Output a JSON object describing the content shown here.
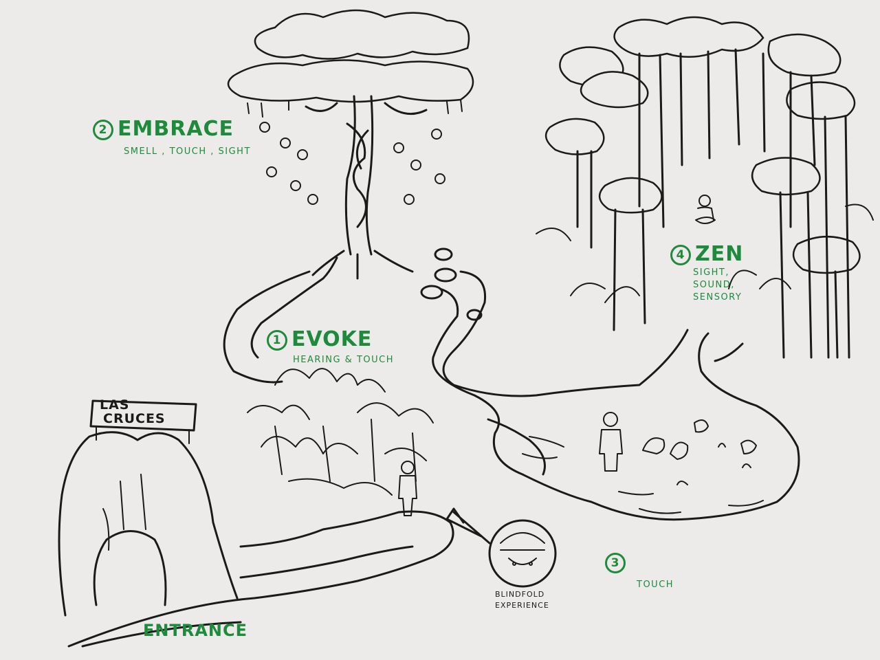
{
  "stations": [
    {
      "number": "2",
      "title": "EMBRACE",
      "senses": "SMELL , TOUCH , SIGHT"
    },
    {
      "number": "1",
      "title": "EVOKE",
      "senses": "HEARING & TOUCH"
    },
    {
      "number": "4",
      "title": "ZEN",
      "senses_lines": [
        "SIGHT,",
        "SOUND,",
        "SENSORY"
      ]
    },
    {
      "number": "3",
      "senses": "TOUCH"
    }
  ],
  "entrance": {
    "sign_line1": "LAS",
    "sign_line2": "CRUCES",
    "label": "ENTRANCE"
  },
  "blindfold": {
    "line1": "BLINDFOLD",
    "line2": "EXPERIENCE"
  },
  "colors": {
    "ink": "#1a1a1a",
    "accent_green": "#1e8a3c",
    "paper": "#ecebea"
  }
}
